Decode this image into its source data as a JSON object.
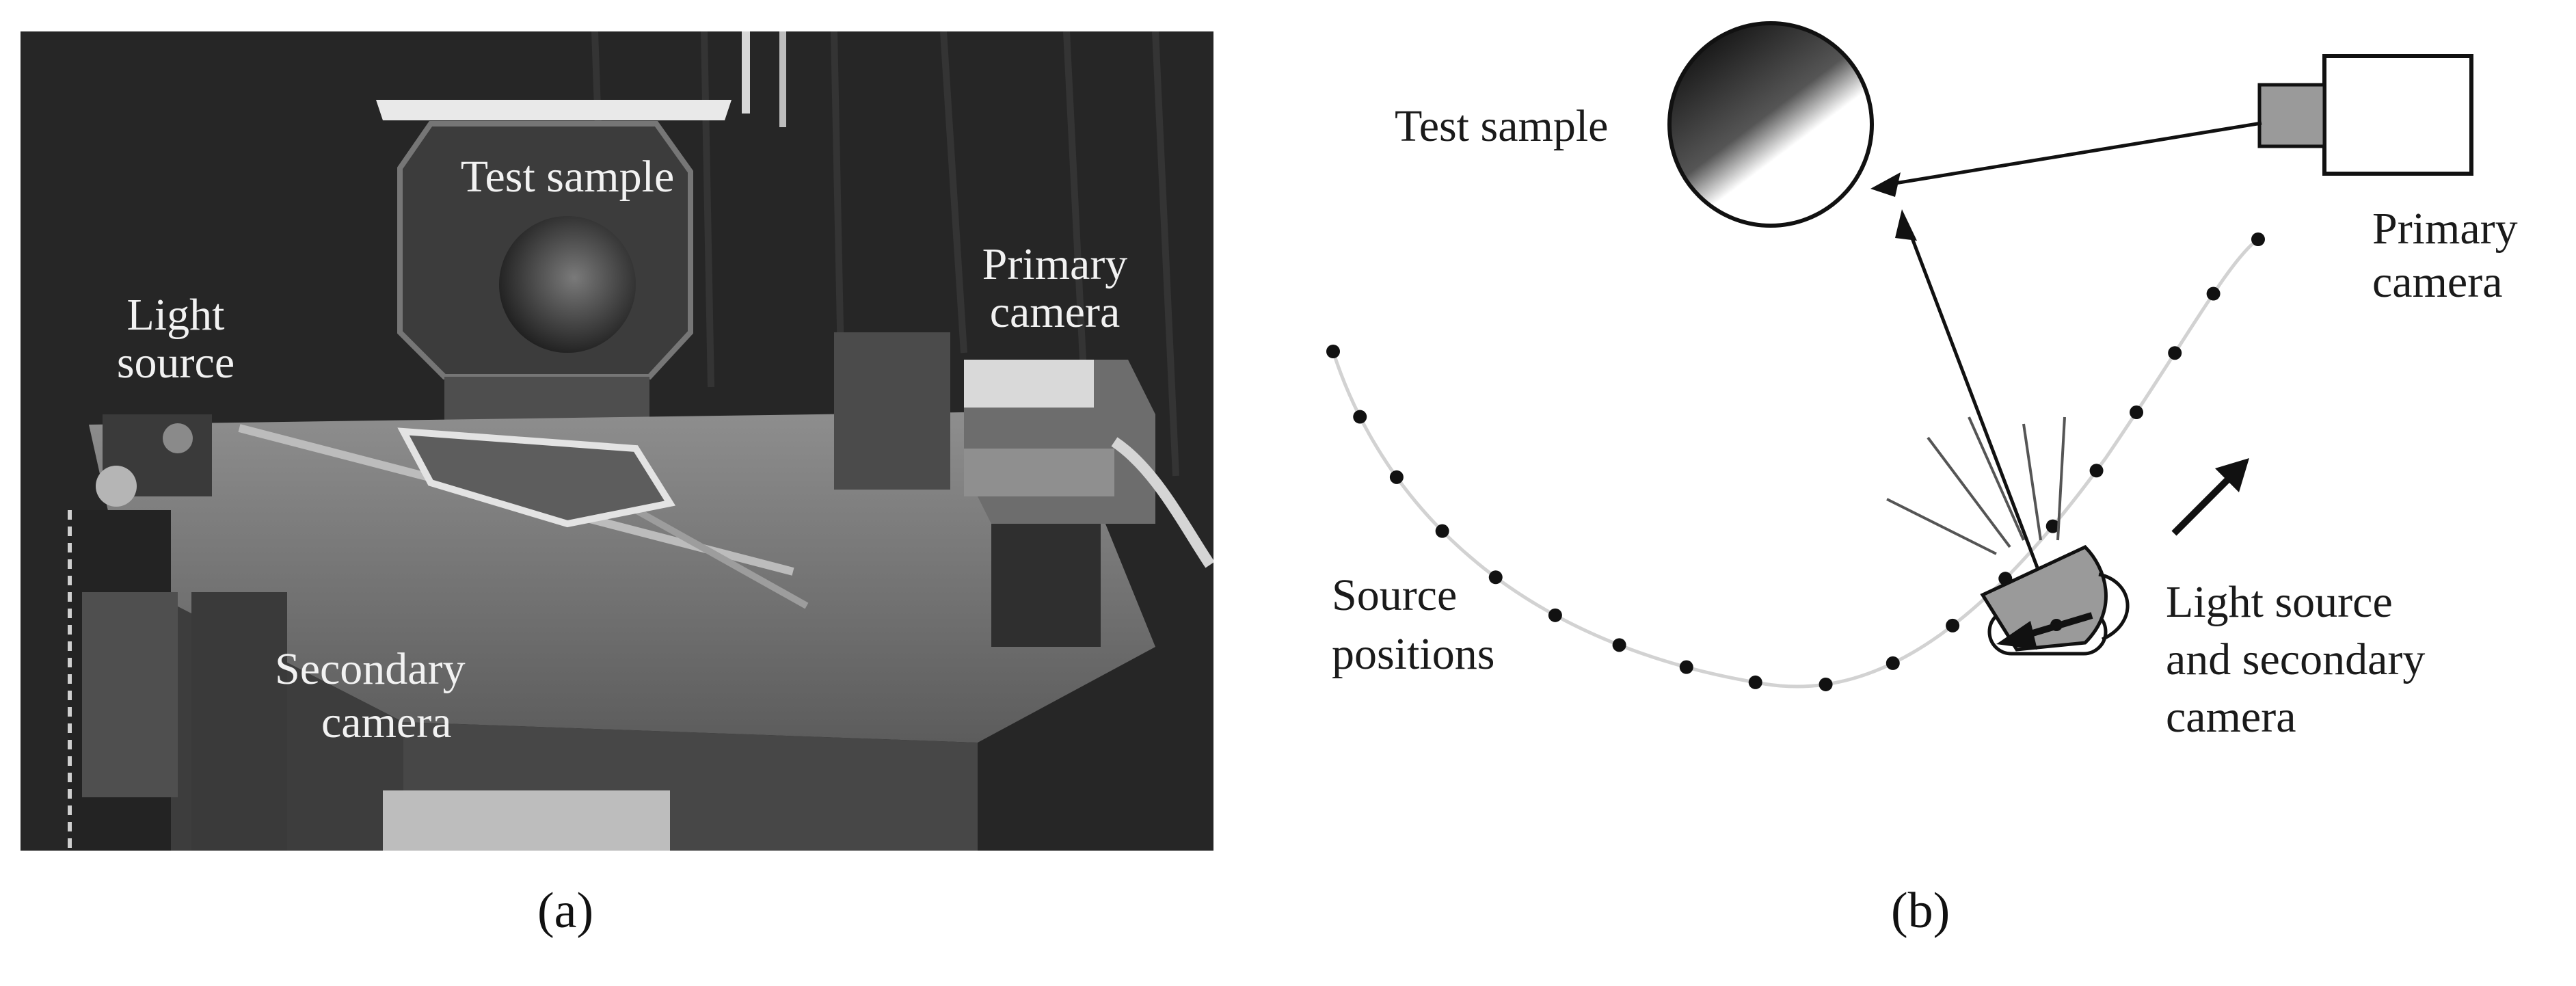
{
  "panel_a": {
    "label": "(a)",
    "annotations": {
      "test_sample": "Test sample",
      "primary_camera": [
        "Primary",
        "camera"
      ],
      "light_source": [
        "Light",
        "source"
      ],
      "secondary_camera": [
        "Secondary",
        "camera"
      ]
    }
  },
  "panel_b": {
    "label": "(b)",
    "annotations": {
      "test_sample": "Test sample",
      "primary_camera": [
        "Primary",
        "camera"
      ],
      "source_positions": [
        "Source",
        "positions"
      ],
      "light_source_secondary": [
        "Light source",
        "and secondary",
        "camera"
      ]
    }
  }
}
